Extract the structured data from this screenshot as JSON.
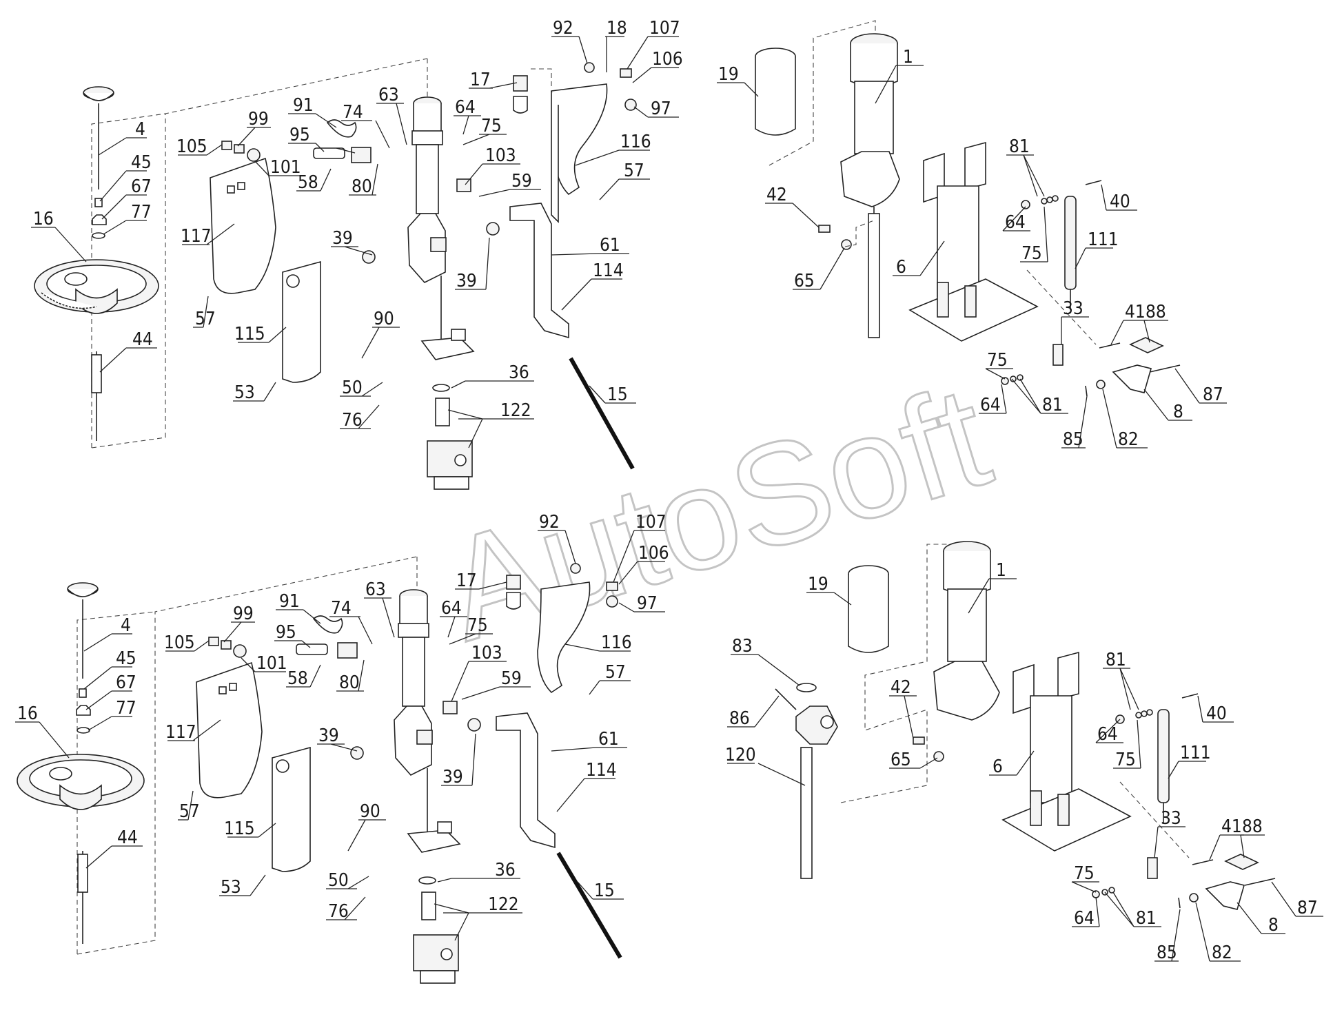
{
  "watermark": "AutoSoft",
  "callouts": {
    "a4": "4",
    "a45": "45",
    "a67": "67",
    "a77": "77",
    "a16": "16",
    "a44": "44",
    "a105": "105",
    "a99": "99",
    "a101": "101",
    "a91": "91",
    "a74": "74",
    "a63": "63",
    "a95": "95",
    "a58": "58",
    "a80": "80",
    "a117": "117",
    "a57l": "57",
    "a39l": "39",
    "a115": "115",
    "a90": "90",
    "a53": "53",
    "a50": "50",
    "a76": "76",
    "a36": "36",
    "a122": "122",
    "a15": "15",
    "a92": "92",
    "a18": "18",
    "a107": "107",
    "a106": "106",
    "a97": "97",
    "a17": "17",
    "a64": "64",
    "a75": "75",
    "a103": "103",
    "a59": "59",
    "a116": "116",
    "a57r": "57",
    "a61": "61",
    "a39r": "39",
    "a114": "114",
    "a19": "19",
    "a1": "1",
    "a42": "42",
    "a65": "65",
    "a6": "6",
    "a81": "81",
    "a64b": "64",
    "a75b": "75",
    "a40": "40",
    "a111": "111",
    "a33": "33",
    "a41": "41",
    "a88": "88",
    "a75c": "75",
    "a64c": "64",
    "a81c": "81",
    "a85": "85",
    "a82": "82",
    "a8": "8",
    "a87": "87",
    "b4": "4",
    "b45": "45",
    "b67": "67",
    "b77": "77",
    "b16": "16",
    "b44": "44",
    "b105": "105",
    "b99": "99",
    "b101": "101",
    "b91": "91",
    "b74": "74",
    "b63": "63",
    "b95": "95",
    "b58": "58",
    "b80": "80",
    "b117": "117",
    "b57l": "57",
    "b39l": "39",
    "b115": "115",
    "b90": "90",
    "b53": "53",
    "b50": "50",
    "b76": "76",
    "b36": "36",
    "b122": "122",
    "b15": "15",
    "b92": "92",
    "b107": "107",
    "b106": "106",
    "b97": "97",
    "b17": "17",
    "b64": "64",
    "b75": "75",
    "b103": "103",
    "b59": "59",
    "b116": "116",
    "b57r": "57",
    "b61": "61",
    "b39r": "39",
    "b114": "114",
    "b19": "19",
    "b1": "1",
    "b83": "83",
    "b86": "86",
    "b120": "120",
    "b42": "42",
    "b65": "65",
    "b6": "6",
    "b81": "81",
    "b64b": "64",
    "b75b": "75",
    "b40": "40",
    "b111": "111",
    "b33": "33",
    "b41": "41",
    "b88": "88",
    "b75c": "75",
    "b64c": "64",
    "b81c": "81",
    "b85": "85",
    "b82": "82",
    "b8": "8",
    "b87": "87"
  }
}
